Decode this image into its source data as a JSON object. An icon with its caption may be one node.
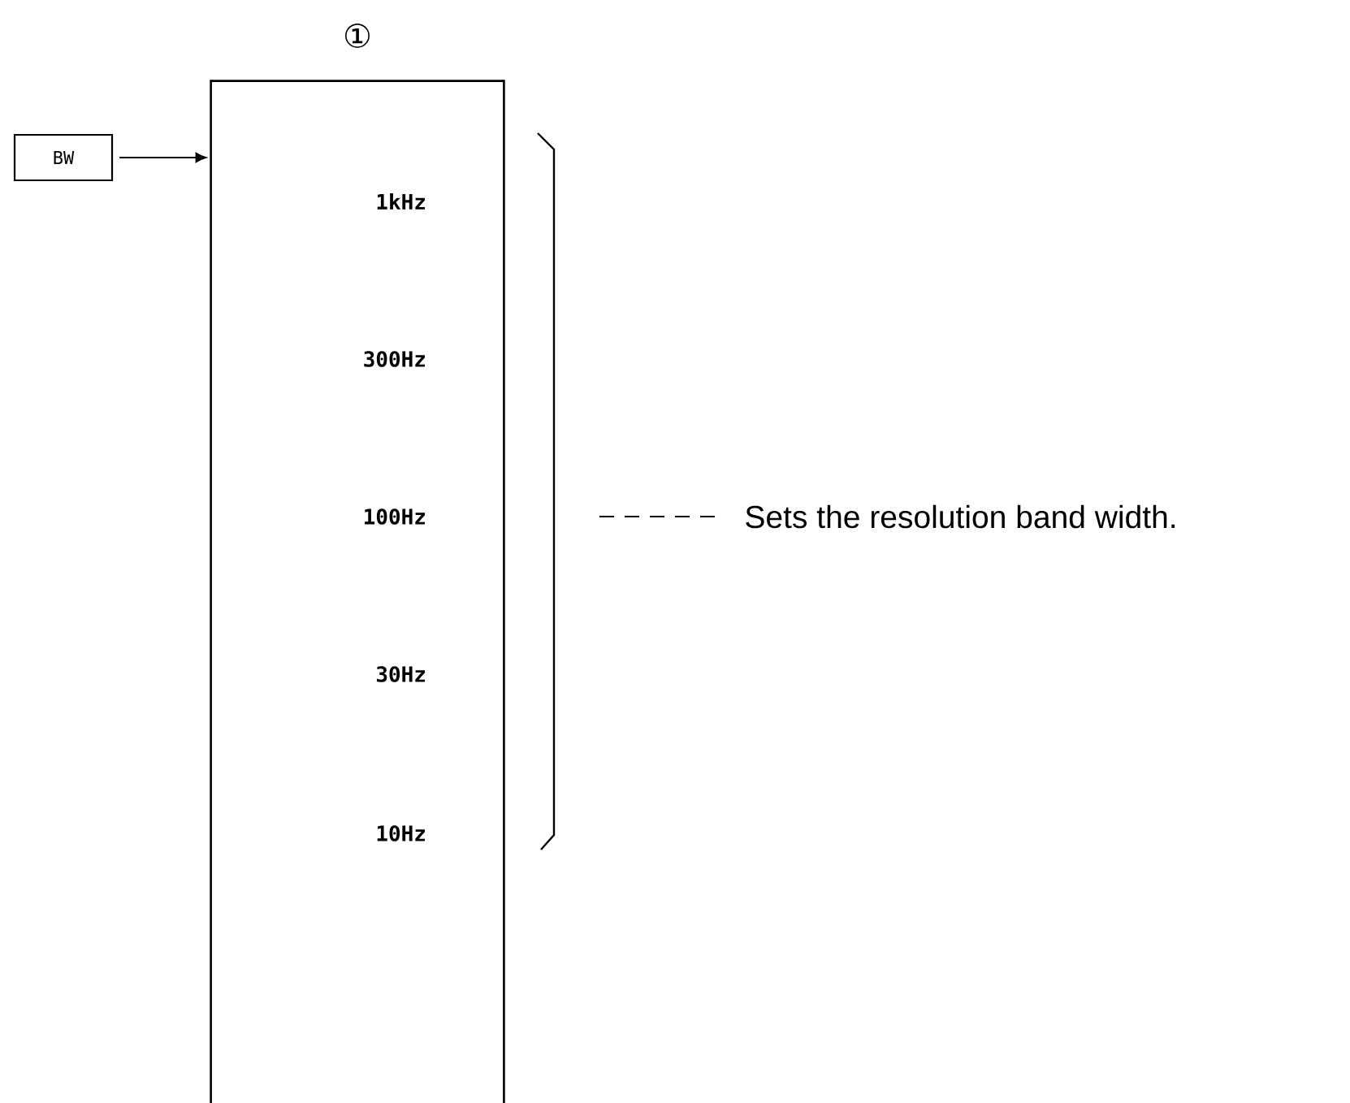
{
  "diagram": {
    "nodes": [
      {
        "text": [
          "BW"
        ]
      },
      {
        "text": [
          "①",
          "1kHz",
          "300Hz",
          "100Hz",
          "30Hz",
          "10Hz"
        ]
      },
      {
        "text": [
          "Sets the resolution band width."
        ]
      }
    ],
    "edges": [
      {
        "from": 0,
        "to": 1,
        "arrow": "to"
      },
      {
        "from": 2,
        "to": null,
        "arrow": "none",
        "style": "dashed"
      }
    ]
  }
}
